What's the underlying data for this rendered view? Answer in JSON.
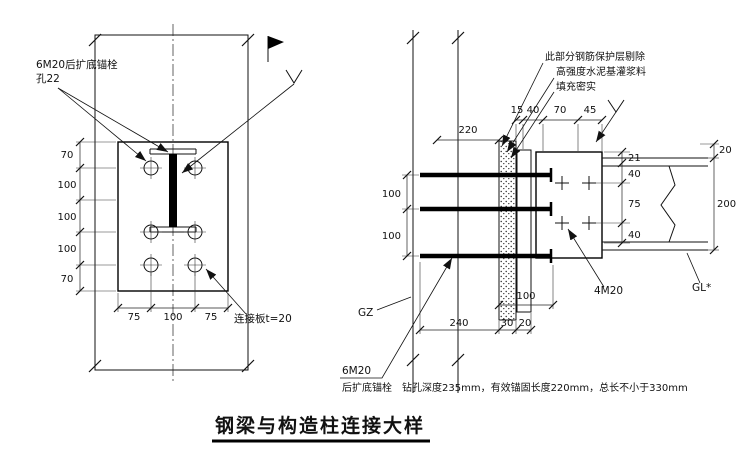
{
  "drawing": {
    "title": "钢梁与构造柱连接大样",
    "left_view": {
      "anchor_callout_line1": "6M20后扩底锚栓",
      "anchor_callout_line2": "孔22",
      "plate_callout": "连接板t=20",
      "vertical_dims": [
        "70",
        "100",
        "100",
        "100",
        "70"
      ],
      "horizontal_dims": [
        "75",
        "100",
        "75"
      ]
    },
    "right_view": {
      "note_lines": [
        "此部分钢筋保护层剔除",
        "高强度水泥基灌浆料",
        "填充密实"
      ],
      "dim_embed_top": "220",
      "top_dims": [
        "15",
        "40",
        "70",
        "45"
      ],
      "right_dims": [
        "21",
        "40",
        "75",
        "40"
      ],
      "flange_dim": "20",
      "beam_depth_dim": "200",
      "left_dims": [
        "100",
        "100"
      ],
      "bolt_zone_dim": "100",
      "bottom_dims": [
        "240",
        "30",
        "20"
      ],
      "column_label": "GZ",
      "bolt_label": "4M20",
      "beam_label": "GL*",
      "anchor_label": "6M20",
      "anchor_type": "后扩底锚栓",
      "anchor_note": "钻孔深度235mm，有效锚固长度220mm，总长不小于330mm"
    }
  }
}
